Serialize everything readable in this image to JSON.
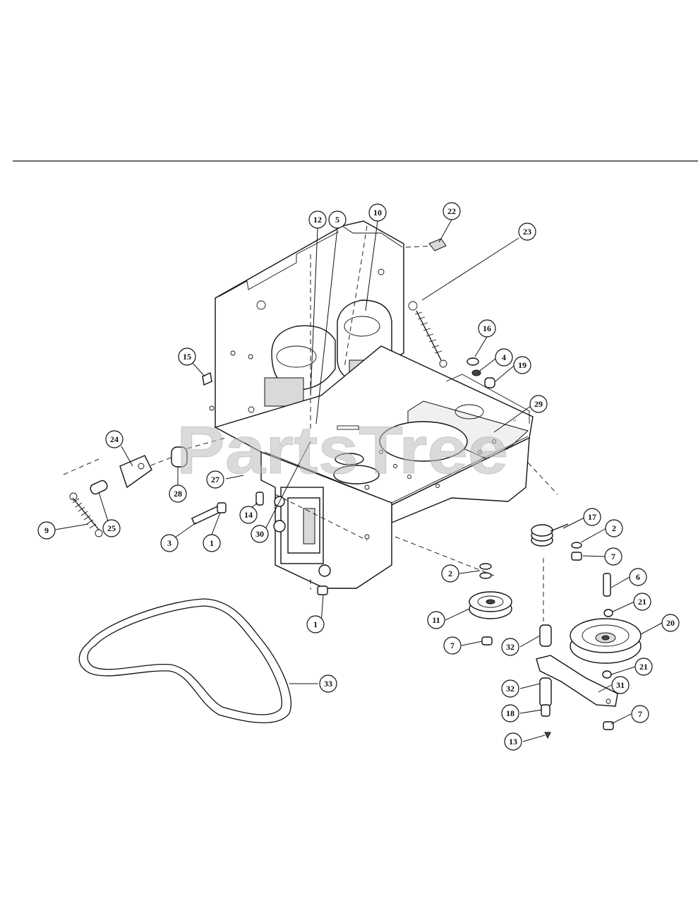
{
  "watermark": {
    "text": "PartsTree",
    "trademark": "™"
  },
  "callouts": [
    {
      "label": "12"
    },
    {
      "label": "5"
    },
    {
      "label": "10"
    },
    {
      "label": "22"
    },
    {
      "label": "23"
    },
    {
      "label": "16"
    },
    {
      "label": "4"
    },
    {
      "label": "19"
    },
    {
      "label": "15"
    },
    {
      "label": "29"
    },
    {
      "label": "24"
    },
    {
      "label": "28"
    },
    {
      "label": "27"
    },
    {
      "label": "9"
    },
    {
      "label": "25"
    },
    {
      "label": "14"
    },
    {
      "label": "3"
    },
    {
      "label": "1"
    },
    {
      "label": "30"
    },
    {
      "label": "17"
    },
    {
      "label": "2"
    },
    {
      "label": "7"
    },
    {
      "label": "2"
    },
    {
      "label": "6"
    },
    {
      "label": "11"
    },
    {
      "label": "21"
    },
    {
      "label": "20"
    },
    {
      "label": "1"
    },
    {
      "label": "7"
    },
    {
      "label": "32"
    },
    {
      "label": "21"
    },
    {
      "label": "33"
    },
    {
      "label": "31"
    },
    {
      "label": "32"
    },
    {
      "label": "7"
    },
    {
      "label": "18"
    },
    {
      "label": "13"
    }
  ]
}
